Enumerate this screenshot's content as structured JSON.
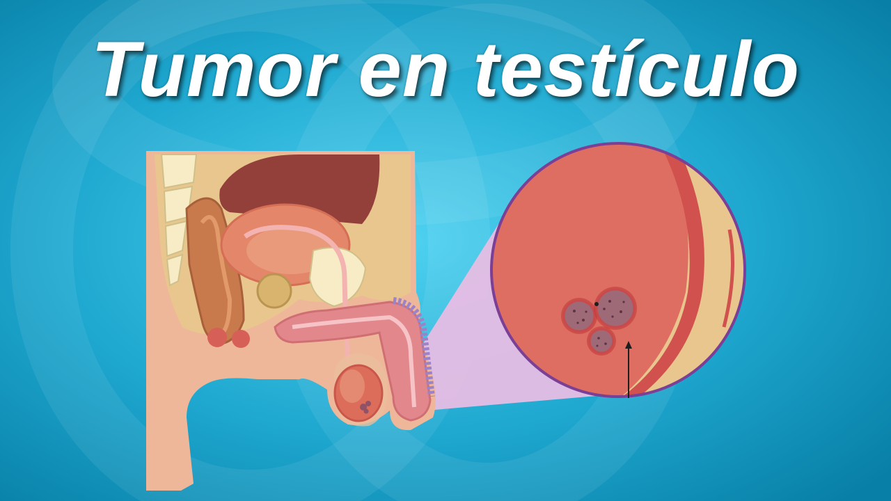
{
  "title": "Tumor en testículo",
  "colors": {
    "background_light": "#4fd2f1",
    "background_dark": "#087fa6",
    "skin": "#efb79a",
    "tissue": "#e9c68e",
    "organ_red": "#d0514d",
    "circle_border": "#7b3f95",
    "zoom_cone": "#e7bde4"
  },
  "illustration": {
    "main": "male-pelvis-cross-section",
    "zoom": "testicle-tumor-closeup",
    "arrow": "tumor-pointer-arrow"
  }
}
